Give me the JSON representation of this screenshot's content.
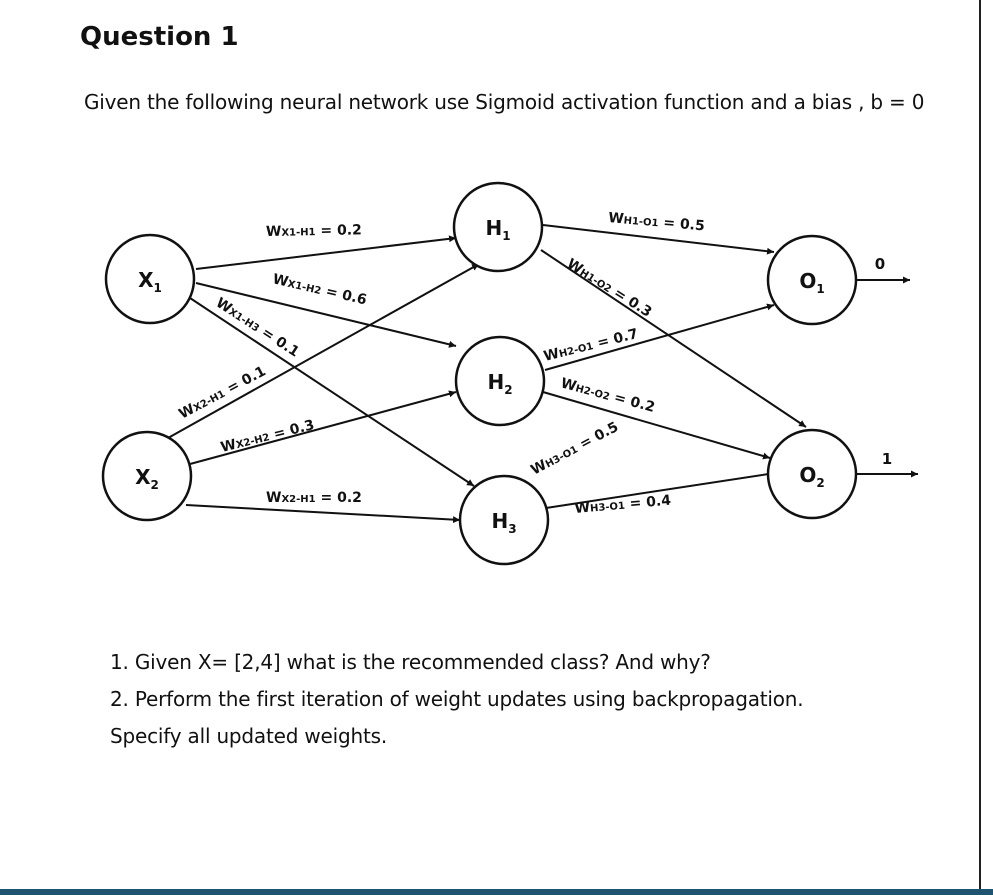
{
  "heading": "Question 1",
  "intro": "Given the following neural network use Sigmoid activation function and a bias , b = 0",
  "nodes": {
    "x1": {
      "main": "X",
      "sub": "1"
    },
    "x2": {
      "main": "X",
      "sub": "2"
    },
    "h1": {
      "main": "H",
      "sub": "1"
    },
    "h2": {
      "main": "H",
      "sub": "2"
    },
    "h3": {
      "main": "H",
      "sub": "3"
    },
    "o1": {
      "main": "O",
      "sub": "1"
    },
    "o2": {
      "main": "O",
      "sub": "2"
    }
  },
  "weights": {
    "wx1h1": {
      "w": "W",
      "sub": "X1-H1",
      "value": " = 0.2"
    },
    "wx1h2": {
      "w": "W",
      "sub": "X1-H2",
      "value": " = 0.6"
    },
    "wx1h3": {
      "w": "W",
      "sub": "X1-H3",
      "value": " = 0.1"
    },
    "wx2h1": {
      "w": "W",
      "sub": "X2-H1",
      "value": " = 0.1"
    },
    "wx2h2": {
      "w": "W",
      "sub": "X2-H2",
      "value": " = 0.3"
    },
    "wx2h3": {
      "w": "W",
      "sub": "X2-H1",
      "value": " = 0.2"
    },
    "wh1o1": {
      "w": "W",
      "sub": "H1-O1",
      "value": " = 0.5"
    },
    "wh1o2": {
      "w": "W",
      "sub": "H1-O2",
      "value": " = 0.3"
    },
    "wh2o1": {
      "w": "W",
      "sub": "H2-O1",
      "value": " = 0.7"
    },
    "wh2o2": {
      "w": "W",
      "sub": "H2-O2",
      "value": " = 0.2"
    },
    "wh3o1": {
      "w": "W",
      "sub": "H3-O1",
      "value": " = 0.5"
    },
    "wh3o2": {
      "w": "W",
      "sub": "H3-O1",
      "value": " = 0.4"
    }
  },
  "outputs": {
    "o1": "0",
    "o2": "1"
  },
  "questions": [
    "1. Given X= [2,4] what is the recommended class? And why?",
    "2.  Perform the first iteration of weight updates using backpropagation.",
    "Specify all updated weights."
  ]
}
